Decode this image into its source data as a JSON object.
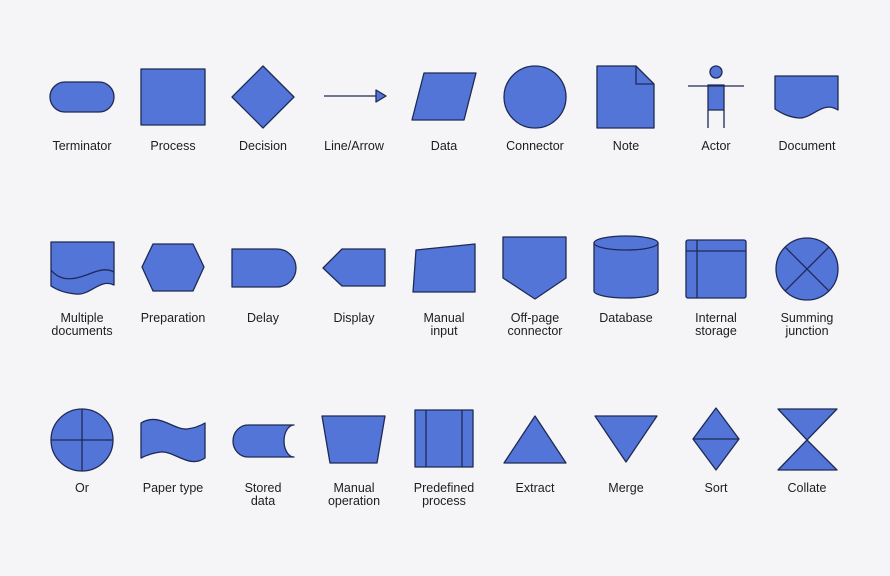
{
  "colors": {
    "shape_fill": "#5475d8",
    "outline": "#1e2a55",
    "background": "#f5f5f8"
  },
  "symbols": [
    {
      "key": "terminator",
      "label": "Terminator"
    },
    {
      "key": "process",
      "label": "Process"
    },
    {
      "key": "decision",
      "label": "Decision"
    },
    {
      "key": "line-arrow",
      "label": "Line/Arrow"
    },
    {
      "key": "data",
      "label": "Data"
    },
    {
      "key": "connector",
      "label": "Connector"
    },
    {
      "key": "note",
      "label": "Note"
    },
    {
      "key": "actor",
      "label": "Actor"
    },
    {
      "key": "document",
      "label": "Document"
    },
    {
      "key": "multiple-documents",
      "label": "Multiple\ndocuments"
    },
    {
      "key": "preparation",
      "label": "Preparation"
    },
    {
      "key": "delay",
      "label": "Delay"
    },
    {
      "key": "display",
      "label": "Display"
    },
    {
      "key": "manual-input",
      "label": "Manual\ninput"
    },
    {
      "key": "off-page-connector",
      "label": "Off-page\nconnector"
    },
    {
      "key": "database",
      "label": "Database"
    },
    {
      "key": "internal-storage",
      "label": "Internal\nstorage"
    },
    {
      "key": "summing-junction",
      "label": "Summing\njunction"
    },
    {
      "key": "or",
      "label": "Or"
    },
    {
      "key": "paper-type",
      "label": "Paper type"
    },
    {
      "key": "stored-data",
      "label": "Stored\ndata"
    },
    {
      "key": "manual-operation",
      "label": "Manual\noperation"
    },
    {
      "key": "predefined-process",
      "label": "Predefined\nprocess"
    },
    {
      "key": "extract",
      "label": "Extract"
    },
    {
      "key": "merge",
      "label": "Merge"
    },
    {
      "key": "sort",
      "label": "Sort"
    },
    {
      "key": "collate",
      "label": "Collate"
    }
  ]
}
